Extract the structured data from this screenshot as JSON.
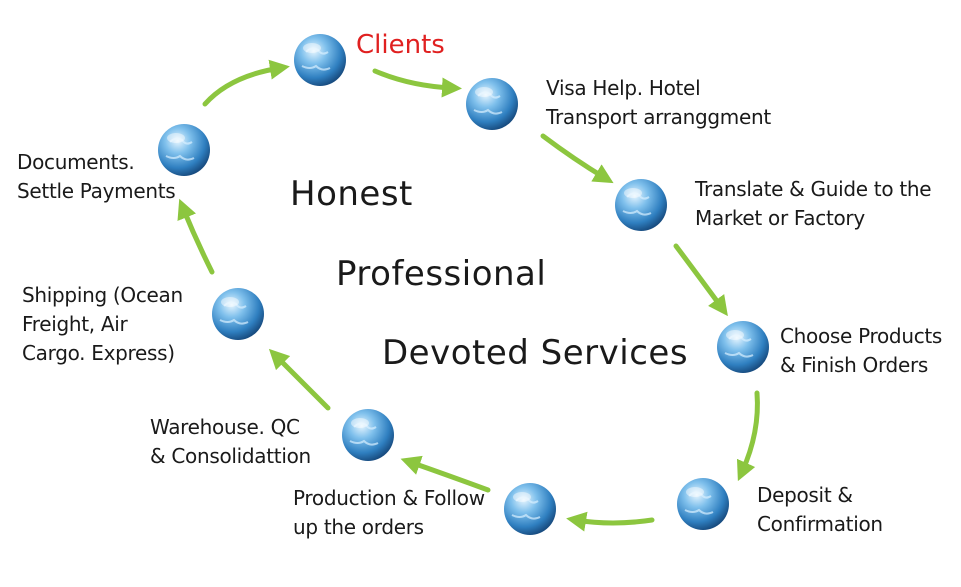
{
  "colors": {
    "arrow": "#8cc63f",
    "clients_label": "#e02020",
    "text": "#1a1a1a",
    "globe": "#2f7fc0"
  },
  "icons": {
    "node": "globe-icon",
    "arrow": "arrow-right-icon"
  },
  "center_text": {
    "line1": "Honest",
    "line2": "Professional",
    "line3": "Devoted Services"
  },
  "steps": [
    {
      "lines": [
        "Clients"
      ]
    },
    {
      "lines": [
        "Visa Help. Hotel",
        "Transport arranggment"
      ]
    },
    {
      "lines": [
        "Translate & Guide to the",
        "Market or Factory"
      ]
    },
    {
      "lines": [
        "Choose Products",
        "& Finish Orders"
      ]
    },
    {
      "lines": [
        "Deposit &",
        "Confirmation"
      ]
    },
    {
      "lines": [
        "Production & Follow",
        "up the orders"
      ]
    },
    {
      "lines": [
        "Warehouse. QC",
        "& Consolidattion"
      ]
    },
    {
      "lines": [
        "Shipping (Ocean",
        "Freight, Air",
        "Cargo. Express)"
      ]
    },
    {
      "lines": [
        "Documents.",
        "Settle Payments"
      ]
    }
  ]
}
